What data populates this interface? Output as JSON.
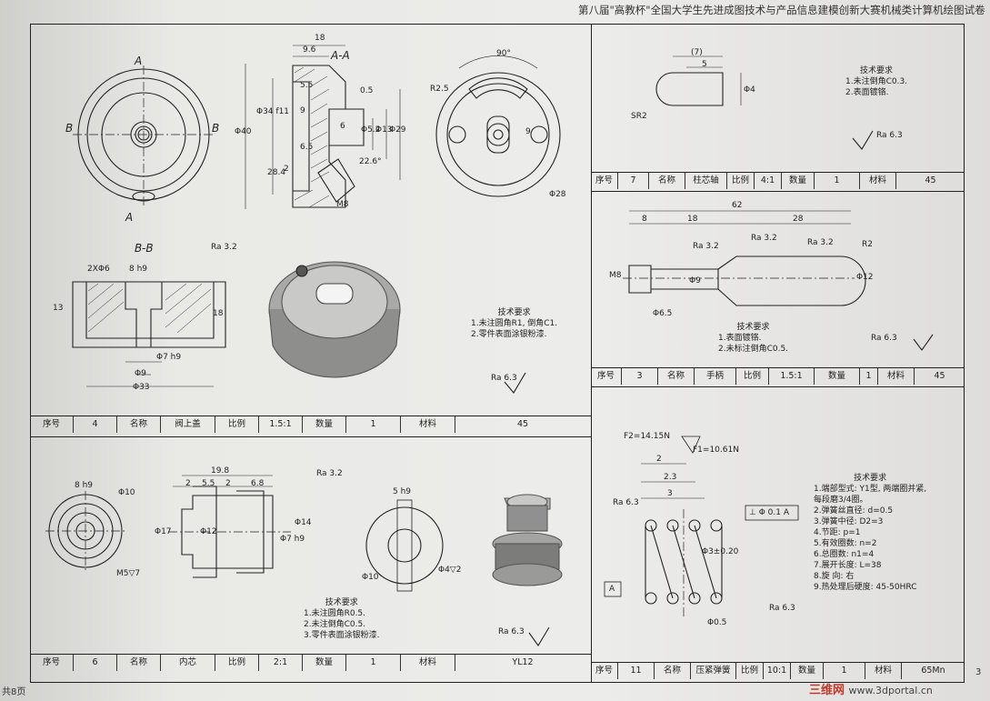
{
  "header": {
    "title": "第八届\"高教杯\"全国大学生先进成图技术与产品信息建模创新大赛机械类计算机绘图试卷"
  },
  "footer": {
    "page": "共8页",
    "sheet": "3"
  },
  "watermark": {
    "cn": "三维网",
    "url": "www.3dportal.cn"
  },
  "part4": {
    "titleblock": [
      "序号",
      "4",
      "名称",
      "阀上盖",
      "比例",
      "1.5:1",
      "数量",
      "1",
      "材料",
      "45"
    ],
    "section_aa": "A-A",
    "section_bb": "B-B",
    "req_title": "技术要求",
    "req_lines": [
      "1.未注圆角R1, 倒角C1.",
      "2.零件表面涂银粉漆."
    ],
    "roughness": "Ra 6.3",
    "dims": {
      "d18": "18",
      "d9_6": "9.6",
      "d0_5": "0.5",
      "d9": "9",
      "d6": "6",
      "d6_5": "6.5",
      "d2": "2",
      "d28_4": "28.4",
      "d5_5": "5.5",
      "phi40": "Φ40",
      "phi34": "Φ34 f11",
      "phi5_2": "Φ5.2",
      "phi13": "Φ13",
      "phi29": "Φ29",
      "ang22": "22.6°",
      "m8": "M8",
      "ang90": "90°",
      "r2_5": "R2.5",
      "d9b": "9",
      "phi28": "Φ28",
      "holes": "2XΦ6",
      "fit8h9": "8 h9",
      "ra3_2": "Ra 3.2",
      "d13": "13",
      "d18b": "18",
      "phi7h9": "Φ7 h9",
      "phi9": "Φ9",
      "phi33": "Φ33",
      "a": "A",
      "b": "B"
    }
  },
  "part7": {
    "titleblock": [
      "序号",
      "7",
      "名称",
      "柱芯轴",
      "比例",
      "4:1",
      "数量",
      "1",
      "材料",
      "45"
    ],
    "req_title": "技术要求",
    "req_lines": [
      "1.未注倒角C0.3.",
      "2.表面镀铬."
    ],
    "roughness": "Ra 6.3",
    "dims": {
      "d7": "(7)",
      "d5": "5",
      "sr2": "SR2",
      "phi4": "Φ4"
    }
  },
  "part3": {
    "titleblock": [
      "序号",
      "3",
      "名称",
      "手柄",
      "比例",
      "1.5:1",
      "数量",
      "1",
      "材料",
      "45"
    ],
    "req_title": "技术要求",
    "req_lines": [
      "1.表面镀铬.",
      "2.未标注倒角C0.5."
    ],
    "roughness": "Ra 6.3",
    "dims": {
      "d62": "62",
      "d8": "8",
      "d18": "18",
      "d28": "28",
      "ra1": "Ra 3.2",
      "ra2": "Ra 3.2",
      "ra3": "Ra 3.2",
      "r2": "R2",
      "m8": "M8",
      "phi9": "Φ9",
      "phi6_5": "Φ6.5",
      "phi12": "Φ12"
    }
  },
  "part6": {
    "titleblock": [
      "序号",
      "6",
      "名称",
      "内芯",
      "比例",
      "2:1",
      "数量",
      "1",
      "材料",
      "YL12"
    ],
    "req_title": "技术要求",
    "req_lines": [
      "1.未注圆角R0.5.",
      "2.未注倒角C0.5.",
      "3.零件表面涂银粉漆."
    ],
    "roughness": "Ra 6.3",
    "dims": {
      "d19_8": "19.8",
      "d2a": "2",
      "d5_5": "5.5",
      "d2b": "2",
      "d6_8": "6.8",
      "ra3_2": "Ra 3.2",
      "fit8h9": "8 h9",
      "phi10": "Φ10",
      "m5": "M5▽7",
      "phi17": "Φ17",
      "phi12": "Φ12",
      "phi7h9": "Φ7 h9",
      "phi14": "Φ14",
      "fit5h9": "5 h9",
      "phi10b": "Φ10",
      "phi4": "Φ4▽2"
    }
  },
  "part11": {
    "titleblock": [
      "序号",
      "11",
      "名称",
      "压紧弹簧",
      "比例",
      "10:1",
      "数量",
      "1",
      "材料",
      "65Mn"
    ],
    "req_title": "技术要求",
    "req_lines": [
      "1.端部型式: Y1型, 两端圈并紧,",
      "  每段磨3/4圈。",
      "2.弹簧丝直径:        d=0.5",
      "3.弹簧中径:          D2=3",
      "4.节距:              p=1",
      "5.有效圈数:          n=2",
      "6.总圈数:            n1=4",
      "7.展开长度:          L=38",
      "8.旋  向:            右",
      "9.热处理后硬度: 45-50HRC"
    ],
    "dims": {
      "f2": "F2=14.15N",
      "f1": "F1=10.61N",
      "d2": "2",
      "d2_3": "2.3",
      "d3": "3",
      "ra6_3": "Ra 6.3",
      "tol": "⊥ Φ 0.1 A",
      "datum": "A",
      "phi3": "Φ3±0.20",
      "phi0_5": "Φ0.5",
      "ra6_3b": "Ra 6.3"
    }
  }
}
